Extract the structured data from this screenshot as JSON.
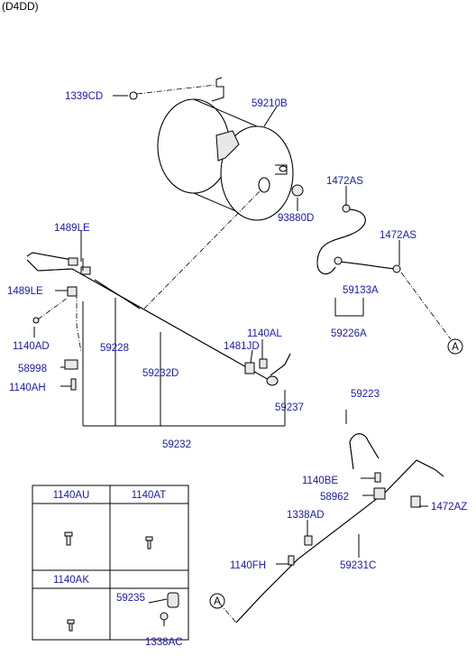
{
  "header": {
    "engine": "(D4DD)"
  },
  "labels": {
    "p1339CD": "1339CD",
    "p59210B": "59210B",
    "p1472AS_a": "1472AS",
    "p93880D": "93880D",
    "p1472AS_b": "1472AS",
    "p1489LE_a": "1489LE",
    "p1489LE_b": "1489LE",
    "p59133A": "59133A",
    "p59226A": "59226A",
    "p1140AD": "1140AD",
    "p59228": "59228",
    "p1140AL": "1140AL",
    "p1481JD": "1481JD",
    "p58998": "58998",
    "p59232D": "59232D",
    "p1140AH": "1140AH",
    "p59237": "59237",
    "p59223": "59223",
    "p59232": "59232",
    "p1140BE": "1140BE",
    "p58962": "58962",
    "p1472AZ": "1472AZ",
    "p1338AD": "1338AD",
    "p1140FH": "1140FH",
    "p59231C": "59231C",
    "p59235": "59235",
    "p1338AC": "1338AC",
    "refA_1": "A",
    "refA_2": "A"
  },
  "table": {
    "c1": "1140AU",
    "c2": "1140AT",
    "c3": "1140AK"
  }
}
